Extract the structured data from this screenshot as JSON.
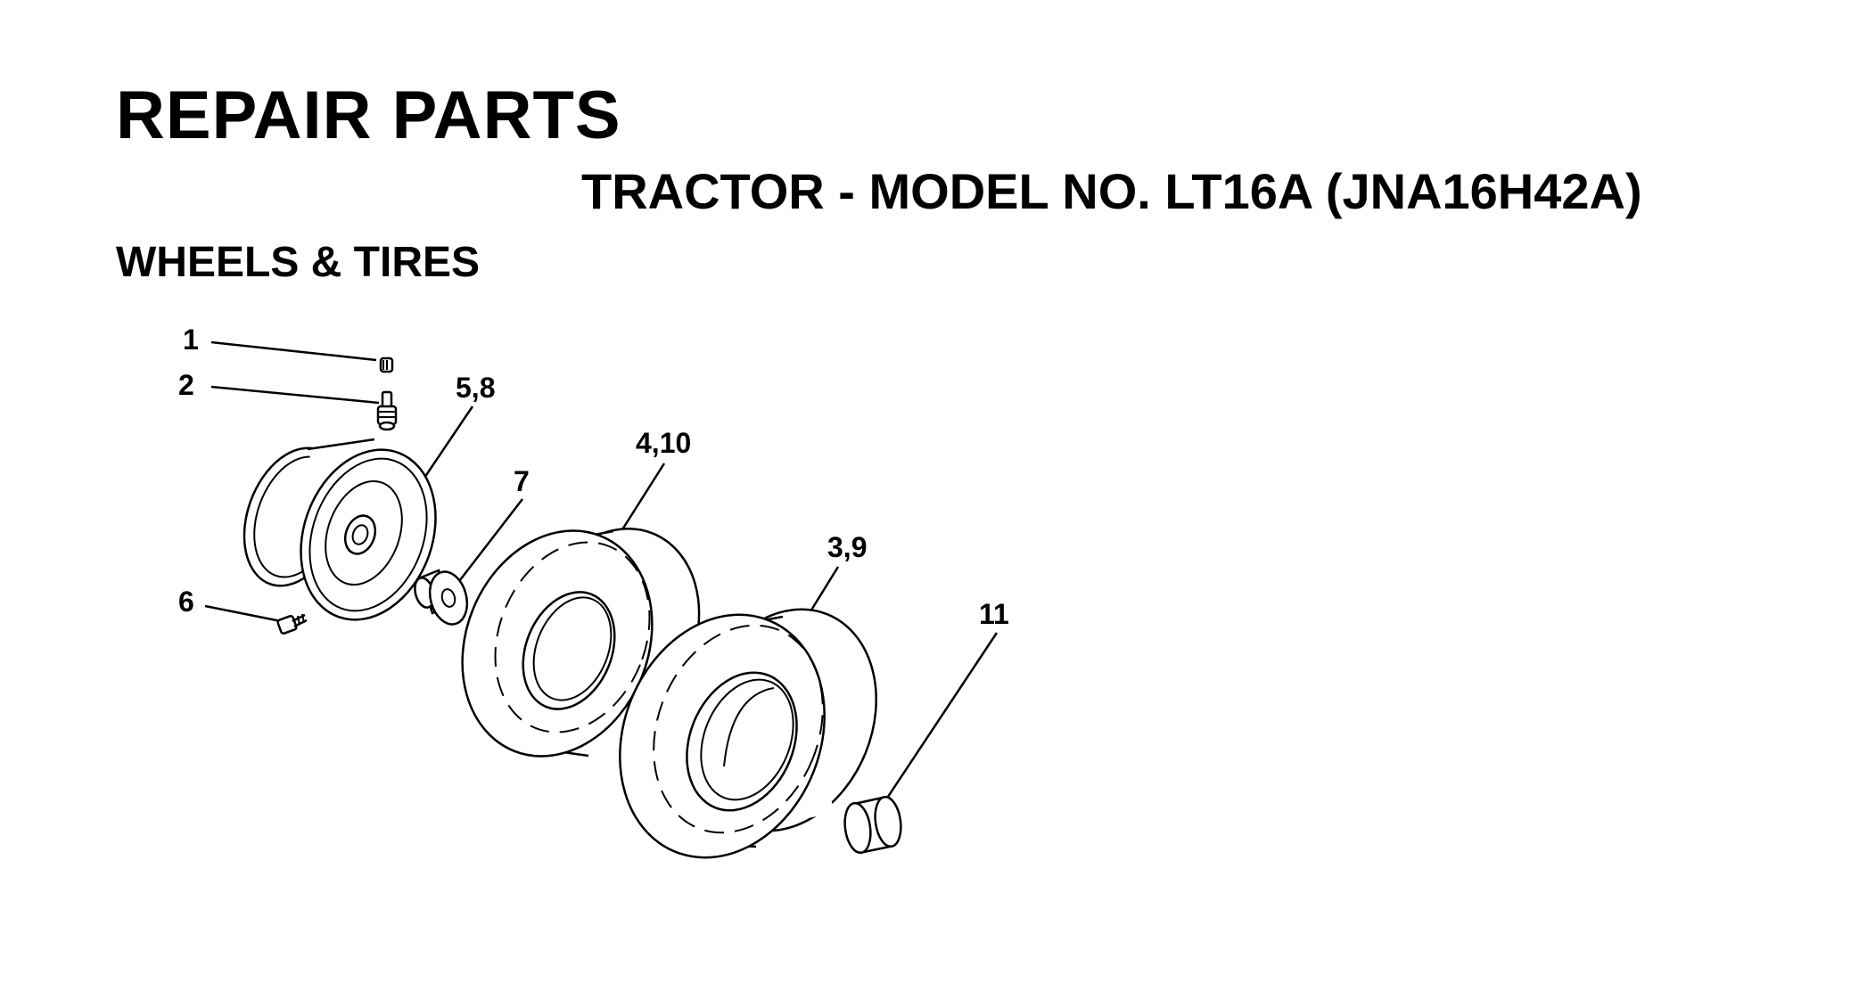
{
  "header": {
    "title": "REPAIR PARTS",
    "model": "TRACTOR - MODEL NO. LT16A (JNA16H42A)",
    "section": "WHEELS & TIRES"
  },
  "callouts": [
    {
      "id": "c1",
      "label": "1"
    },
    {
      "id": "c2",
      "label": "2"
    },
    {
      "id": "c58",
      "label": "5,8"
    },
    {
      "id": "c410",
      "label": "4,10"
    },
    {
      "id": "c7",
      "label": "7"
    },
    {
      "id": "c39",
      "label": "3,9"
    },
    {
      "id": "c6",
      "label": "6"
    },
    {
      "id": "c11",
      "label": "11"
    }
  ]
}
